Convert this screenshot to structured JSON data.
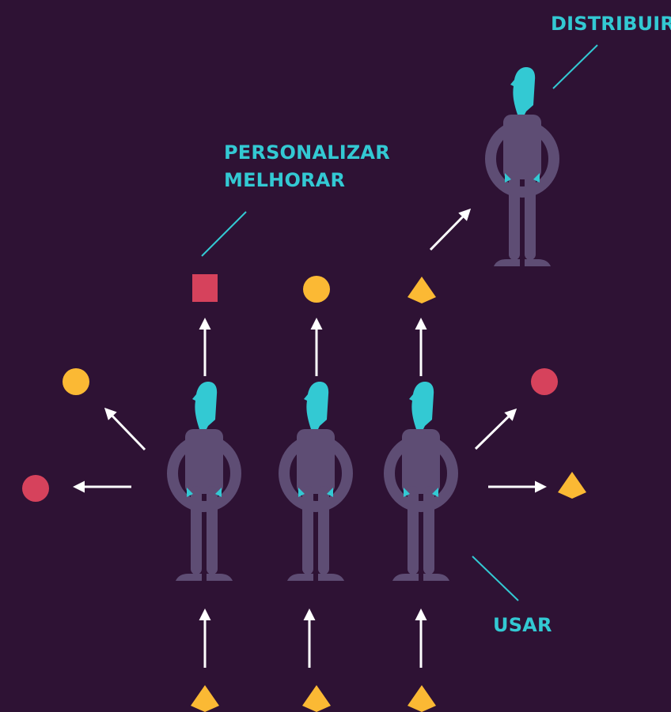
{
  "labels": {
    "distribute": "DISTRIBUIR",
    "personalize": "PERSONALIZAR",
    "improve": "MELHORAR",
    "use": "USAR"
  },
  "colors": {
    "background": "#2e1234",
    "accent": "#33c9d3",
    "body": "#5e4d74",
    "square": "#d6425c",
    "circle_yellow": "#fbb934",
    "circle_red": "#d6425c",
    "triangle": "#fbb934",
    "arrow": "#ffffff"
  },
  "icons": [
    "person-icon",
    "square-shape",
    "circle-shape",
    "triangle-shape",
    "arrow-icon"
  ]
}
